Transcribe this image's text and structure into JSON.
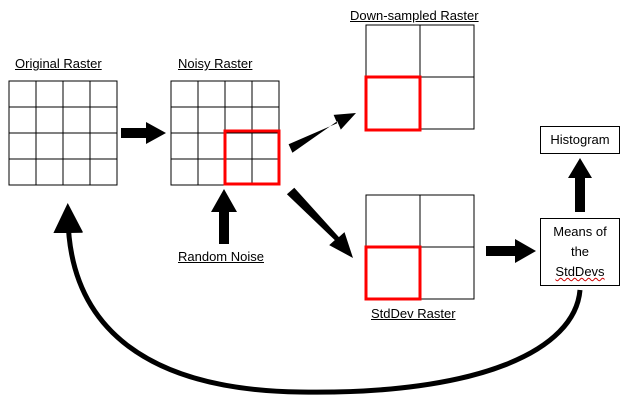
{
  "labels": {
    "original_raster": "Original Raster",
    "noisy_raster": "Noisy Raster",
    "downsampled_raster": "Down-sampled Raster",
    "stddev_raster": "StdDev Raster",
    "random_noise": "Random Noise"
  },
  "boxes": {
    "histogram": "Histogram",
    "means_line1": "Means of",
    "means_line2": "the",
    "means_line3": "StdDevs"
  },
  "colors": {
    "grid_line": "#000000",
    "highlight": "#ff0000",
    "arrow": "#000000",
    "spellcheck_underline": "#cc0000"
  }
}
